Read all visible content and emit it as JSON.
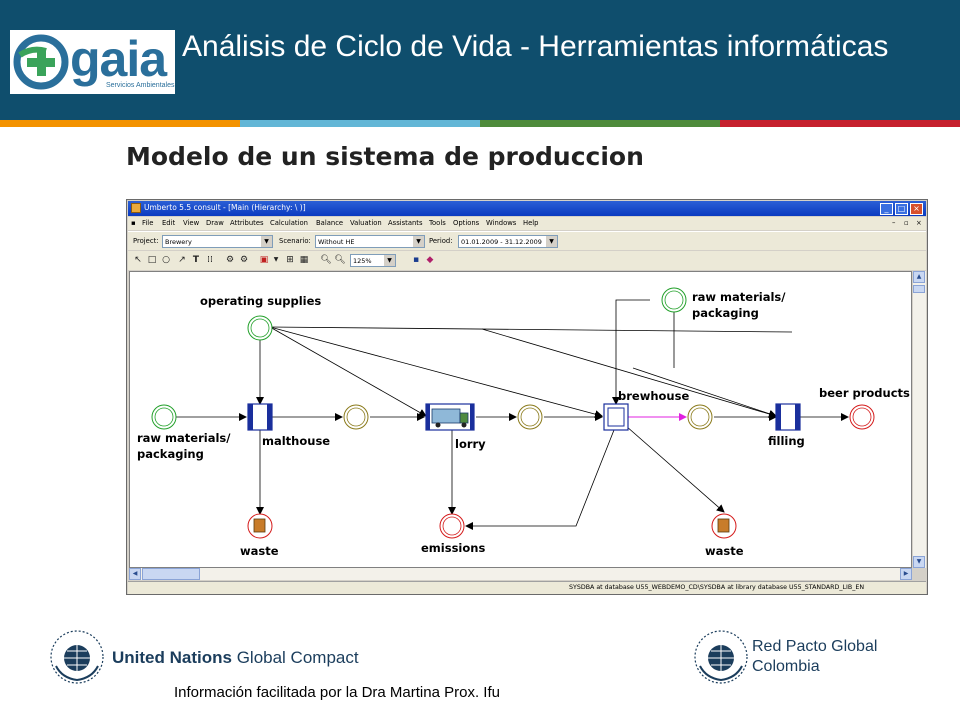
{
  "header": {
    "title": "Análisis de Ciclo de Vida - Herramientas informáticas",
    "logo_word": "gaia",
    "logo_subtitle": "Servicios Ambientales",
    "stripe_colors": [
      "#f39200",
      "#62b6d6",
      "#4e8b3b",
      "#c6202e"
    ]
  },
  "slide": {
    "title": "Modelo de un sistema de produccion"
  },
  "app": {
    "window_title": "Umberto 5.5 consult - [Main (Hierarchy: \\ )]",
    "menu": [
      "File",
      "Edit",
      "View",
      "Draw",
      "Attributes",
      "Calculation",
      "Balance",
      "Valuation",
      "Assistants",
      "Tools",
      "Options",
      "Windows",
      "Help"
    ],
    "project_label": "Project:",
    "project_value": "Brewery",
    "scenario_label": "Scenario:",
    "scenario_value": "Without HE",
    "period_label": "Period:",
    "period_value": "01.01.2009 - 31.12.2009",
    "zoom_value": "125%",
    "status": "SYSDBA at database U55_WEBDEMO_CD\\SYSDBA at library database U55_STANDARD_LIB_EN"
  },
  "diagram": {
    "labels": {
      "operating_supplies": "operating supplies",
      "raw_materials_top_1": "raw materials/",
      "raw_materials_top_2": "packaging",
      "raw_materials_left_1": "raw materials/",
      "raw_materials_left_2": "packaging",
      "malthouse": "malthouse",
      "lorry": "lorry",
      "brewhouse": "brewhouse",
      "filling": "filling",
      "beer_products": "beer products",
      "waste_left": "waste",
      "emissions": "emissions",
      "waste_right": "waste"
    }
  },
  "footer": {
    "gc_strong": "United Nations",
    "gc_rest": "Global Compact",
    "rp_line1": "Red Pacto Global",
    "rp_line2": "Colombia",
    "credit": "Información facilitada por la Dra Martina Prox. Ifu"
  },
  "colors": {
    "header_bg": "#0f4e6d",
    "input_place": "#22a02a",
    "output_place": "#d41a1a",
    "connection_place": "#8a7a1a",
    "transition": "#1a2f9c"
  }
}
